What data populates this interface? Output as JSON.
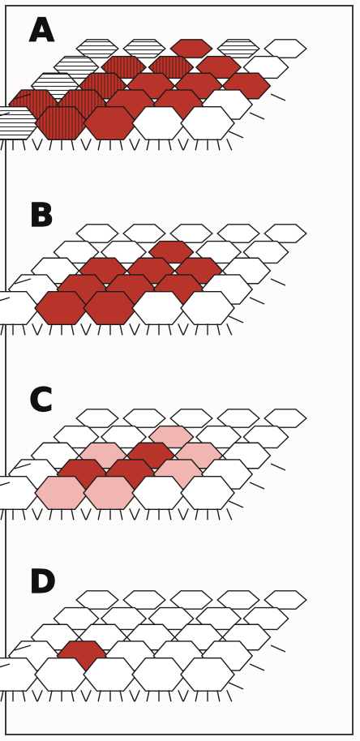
{
  "colors": {
    "stroke": "#1b1b1b",
    "empty": "#ffffff",
    "dark": "#b8342b",
    "light": "#f1b6b2",
    "hatch_stroke": "#333333"
  },
  "panels": [
    {
      "label": "A",
      "cells": {
        "r0c0": "hh",
        "r0c1": "hh",
        "r0c2": "dark",
        "r0c3": "hh",
        "r0c4": "empty",
        "r1c0": "hh",
        "r1c1": "vv",
        "r1c2": "vv",
        "r1c3": "dark",
        "r1c4": "empty",
        "r2c0": "hh",
        "r2c1": "vv",
        "r2c2": "dark",
        "r2c3": "dark",
        "r2c4": "dark",
        "r3c0": "vv",
        "r3c1": "vv",
        "r3c2": "dark",
        "r3c3": "dark",
        "r3c4": "empty",
        "r4c0": "hh",
        "r4c1": "vv",
        "r4c2": "dark",
        "r4c3": "empty",
        "r4c4": "empty"
      }
    },
    {
      "label": "B",
      "cells": {
        "r0c0": "empty",
        "r0c1": "empty",
        "r0c2": "empty",
        "r0c3": "empty",
        "r0c4": "empty",
        "r1c0": "empty",
        "r1c1": "empty",
        "r1c2": "dark",
        "r1c3": "empty",
        "r1c4": "empty",
        "r2c0": "empty",
        "r2c1": "dark",
        "r2c2": "dark",
        "r2c3": "dark",
        "r2c4": "empty",
        "r3c0": "empty",
        "r3c1": "dark",
        "r3c2": "dark",
        "r3c3": "dark",
        "r3c4": "empty",
        "r4c0": "empty",
        "r4c1": "dark",
        "r4c2": "dark",
        "r4c3": "empty",
        "r4c4": "empty"
      }
    },
    {
      "label": "C",
      "cells": {
        "r0c0": "empty",
        "r0c1": "empty",
        "r0c2": "empty",
        "r0c3": "empty",
        "r0c4": "empty",
        "r1c0": "empty",
        "r1c1": "empty",
        "r1c2": "light",
        "r1c3": "empty",
        "r1c4": "empty",
        "r2c0": "empty",
        "r2c1": "light",
        "r2c2": "dark",
        "r2c3": "light",
        "r2c4": "empty",
        "r3c0": "empty",
        "r3c1": "dark",
        "r3c2": "dark",
        "r3c3": "light",
        "r3c4": "empty",
        "r4c0": "empty",
        "r4c1": "light",
        "r4c2": "light",
        "r4c3": "empty",
        "r4c4": "empty"
      }
    },
    {
      "label": "D",
      "cells": {
        "r0c0": "empty",
        "r0c1": "empty",
        "r0c2": "empty",
        "r0c3": "empty",
        "r0c4": "empty",
        "r1c0": "empty",
        "r1c1": "empty",
        "r1c2": "empty",
        "r1c3": "empty",
        "r1c4": "empty",
        "r2c0": "empty",
        "r2c1": "empty",
        "r2c2": "empty",
        "r2c3": "empty",
        "r2c4": "empty",
        "r3c0": "empty",
        "r3c1": "dark",
        "r3c2": "empty",
        "r3c3": "empty",
        "r3c4": "empty",
        "r4c0": "empty",
        "r4c1": "empty",
        "r4c2": "empty",
        "r4c3": "empty",
        "r4c4": "empty"
      }
    }
  ]
}
